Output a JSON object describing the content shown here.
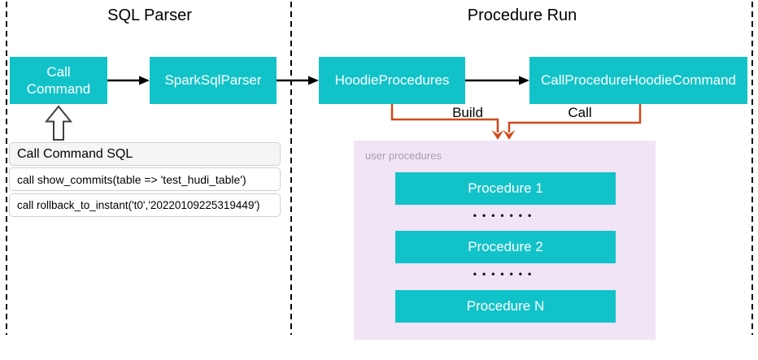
{
  "sections": {
    "sql_parser": {
      "title": "SQL Parser"
    },
    "procedure_run": {
      "title": "Procedure Run"
    }
  },
  "nodes": {
    "call_command": "Call\nCommand",
    "spark_sql_parser": "SparkSqlParser",
    "hoodie_procedures": "HoodieProcedures",
    "call_procedure_hoodie_command": "CallProcedureHoodieCommand"
  },
  "sql_panel": {
    "header": "Call Command SQL",
    "rows": [
      "call show_commits(table => 'test_hudi_table')",
      "call rollback_to_instant('t0','20220109225319449')"
    ]
  },
  "edges": {
    "build_label": "Build",
    "call_label": "Call"
  },
  "user_procedures": {
    "label": "user procedures",
    "items": [
      "Procedure 1",
      "Procedure 2",
      "Procedure N"
    ],
    "ellipsis": "•••••••"
  },
  "colors": {
    "teal": "#11c3c9",
    "purple_bg": "#f1e4f6",
    "orange": "#d2491a",
    "line_black": "#000000"
  }
}
